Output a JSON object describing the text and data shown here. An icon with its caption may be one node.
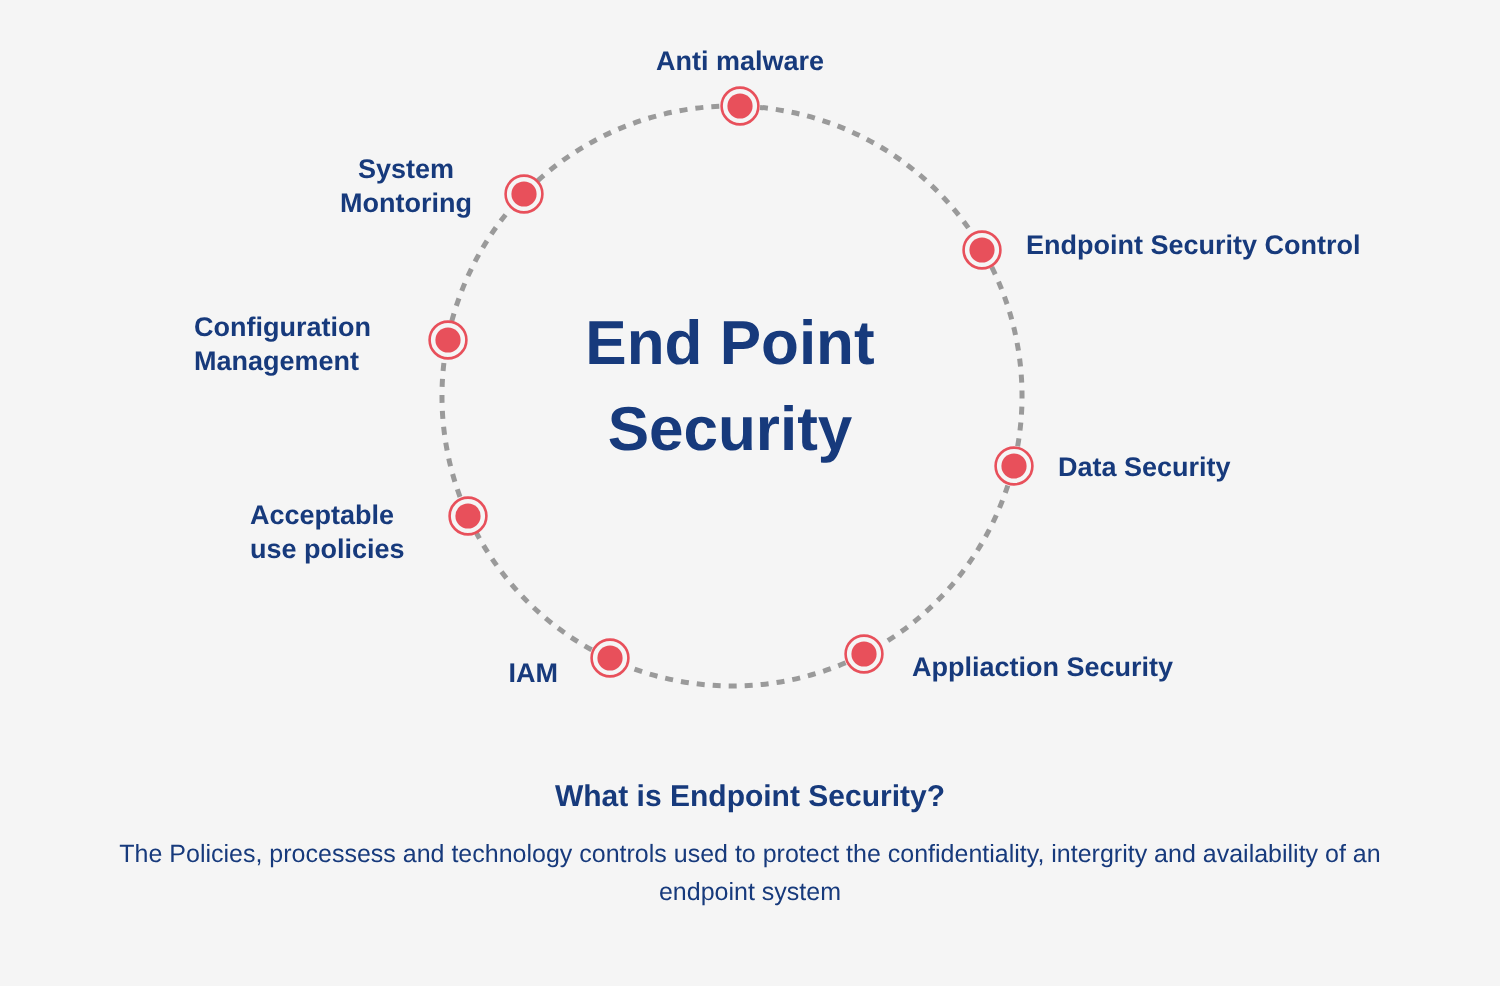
{
  "diagram": {
    "title": "End Point Security",
    "nodes": [
      {
        "text": [],
        "shape": "circle",
        "beside": [
          "Anti malware"
        ]
      },
      {
        "text": [],
        "shape": "circle",
        "beside": [
          "Endpoint Security Control"
        ]
      },
      {
        "text": [],
        "shape": "circle",
        "beside": [
          "Data Security"
        ]
      },
      {
        "text": [],
        "shape": "circle",
        "beside": [
          "Appliaction Security"
        ]
      },
      {
        "text": [],
        "shape": "circle",
        "beside": [
          "IAM"
        ]
      },
      {
        "text": [],
        "shape": "circle",
        "beside": [
          "Acceptable use policies"
        ]
      },
      {
        "text": [],
        "shape": "circle",
        "beside": [
          "Configuration Management"
        ]
      },
      {
        "text": [],
        "shape": "circle",
        "beside": [
          "System Montoring"
        ]
      }
    ],
    "edges": [
      {
        "from": 0,
        "to": 1,
        "arrow": "none",
        "style": "dashed"
      },
      {
        "from": 1,
        "to": 2,
        "arrow": "none",
        "style": "dashed"
      },
      {
        "from": 2,
        "to": 3,
        "arrow": "none",
        "style": "dashed"
      },
      {
        "from": 3,
        "to": 4,
        "arrow": "none",
        "style": "dashed"
      },
      {
        "from": 4,
        "to": 5,
        "arrow": "none",
        "style": "dashed"
      },
      {
        "from": 5,
        "to": 6,
        "arrow": "none",
        "style": "dashed"
      },
      {
        "from": 6,
        "to": 7,
        "arrow": "none",
        "style": "dashed"
      },
      {
        "from": 7,
        "to": 0,
        "arrow": "none",
        "style": "dashed"
      }
    ],
    "labels": [
      "What is Endpoint Security?",
      "The Policies, processess and technology controls used to protect the confidentiality, intergrity and availability of an endpoint system"
    ]
  }
}
